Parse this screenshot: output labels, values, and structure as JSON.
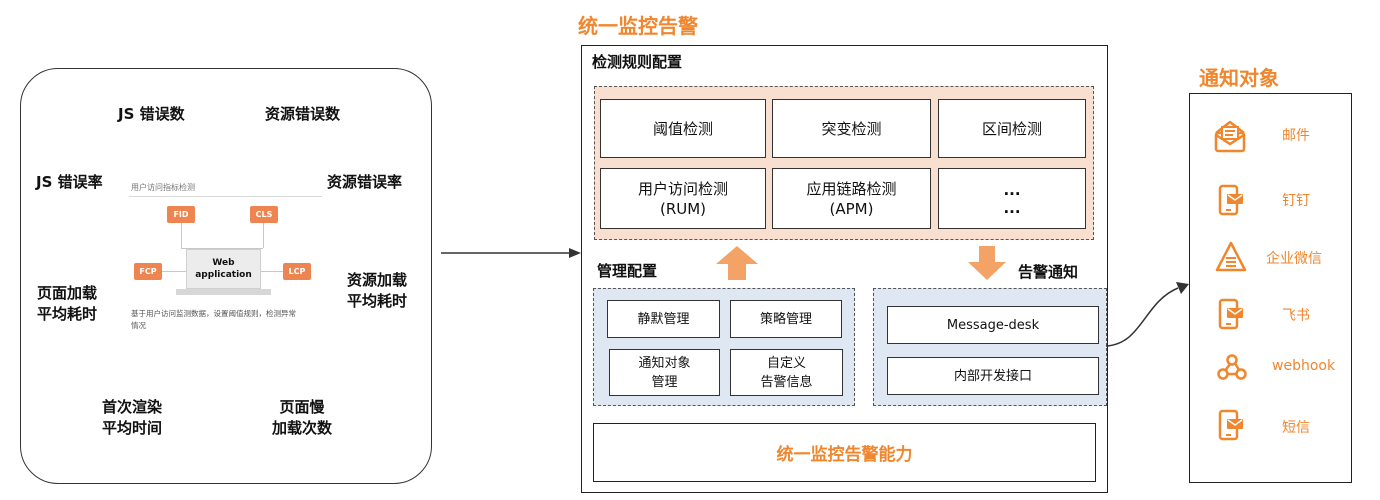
{
  "metrics": {
    "js_error_count": "JS 错误数",
    "resource_error_count": "资源错误数",
    "js_error_rate": "JS 错误率",
    "resource_error_rate": "资源错误率",
    "page_load_avg_line1": "页面加载",
    "page_load_avg_line2": "平均耗时",
    "resource_load_avg_line1": "资源加载",
    "resource_load_avg_line2": "平均耗时",
    "first_render_line1": "首次渲染",
    "first_render_line2": "平均时间",
    "slow_load_line1": "页面慢",
    "slow_load_line2": "加载次数"
  },
  "thumbnail": {
    "title": "用户访问指标检测",
    "tags": [
      "FID",
      "CLS",
      "FCP",
      "LCP"
    ],
    "app_line1": "Web",
    "app_line2": "application",
    "desc_line1": "基于用户访问监测数据，设置阈值规则，检测异常",
    "desc_line2": "情况"
  },
  "main": {
    "title": "统一监控告警",
    "rule_config": {
      "label": "检测规则配置",
      "items": [
        {
          "line1": "阈值检测",
          "line2": ""
        },
        {
          "line1": "突变检测",
          "line2": ""
        },
        {
          "line1": "区间检测",
          "line2": ""
        },
        {
          "line1": "用户访问检测",
          "line2": "(RUM)"
        },
        {
          "line1": "应用链路检测",
          "line2": "(APM)"
        },
        {
          "line1": "...",
          "line2": "..."
        }
      ]
    },
    "management": {
      "label": "管理配置",
      "items": [
        {
          "line1": "静默管理",
          "line2": ""
        },
        {
          "line1": "策略管理",
          "line2": ""
        },
        {
          "line1": "通知对象",
          "line2": "管理"
        },
        {
          "line1": "自定义",
          "line2": "告警信息"
        }
      ]
    },
    "alert_notify": {
      "label": "告警通知",
      "items": [
        "Message-desk",
        "内部开发接口"
      ]
    },
    "capability": "统一监控告警能力",
    "colors": {
      "accent": "#f0862d",
      "rule_bg": "#f8dfd0",
      "mgmt_bg": "#dfe8f2",
      "tag": "#ee8550"
    }
  },
  "notify_targets": {
    "title": "通知对象",
    "items": [
      {
        "icon": "mail-icon",
        "label": "邮件"
      },
      {
        "icon": "phone-message-icon",
        "label": "钉钉"
      },
      {
        "icon": "warning-triangle-icon",
        "label": "企业微信"
      },
      {
        "icon": "phone-message-icon",
        "label": "飞书"
      },
      {
        "icon": "webhook-icon",
        "label": "webhook"
      },
      {
        "icon": "phone-message-icon",
        "label": "短信"
      }
    ]
  }
}
